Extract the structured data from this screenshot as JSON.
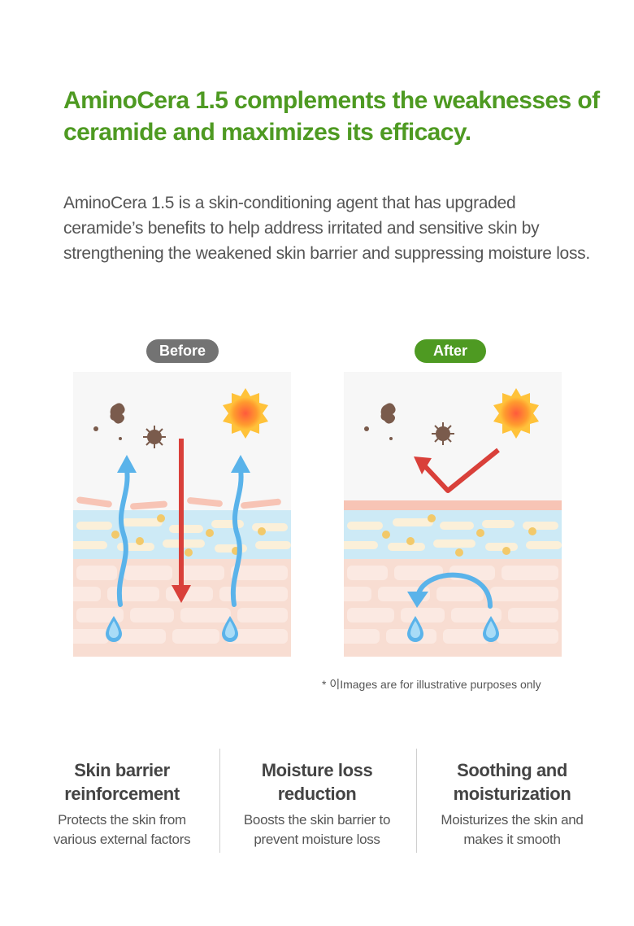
{
  "headline": {
    "line1": "AminoCera 1.5 complements the weaknesses of",
    "line2": "ceramide and maximizes its efficacy."
  },
  "intro": "AminoCera 1.5 is a skin-conditioning agent that has upgraded ceramide’s benefits to help address irritated and sensitive skin by strengthening the weakened skin barrier and suppressing moisture loss.",
  "comparison": {
    "before_label": "Before",
    "after_label": "After",
    "disclaimer": "* 이Images are for illustrative purposes only"
  },
  "benefits": [
    {
      "title": "Skin barrier\nreinforcement",
      "description": "Protects the skin from\nvarious external factors"
    },
    {
      "title": "Moisture loss\nreduction",
      "description": "Boosts the skin barrier to\nprevent moisture loss"
    },
    {
      "title": "Soothing and\nmoisturization",
      "description": "Moisturizes the skin and\nmakes it smooth"
    }
  ],
  "colors": {
    "brand_green": "#4e9a22",
    "before_pill": "#737373",
    "moisture_arrow": "#5ab3ea",
    "uv_arrow": "#d9403a",
    "barrier_layer": "#cdeaf6",
    "skin_layer": "#f8ddd2"
  },
  "icons": [
    "dust-icon",
    "virus-icon",
    "sun-icon",
    "water-drop-icon",
    "arrow-up-icon",
    "arrow-down-icon",
    "deflect-arrow-icon",
    "curved-arrow-icon"
  ]
}
